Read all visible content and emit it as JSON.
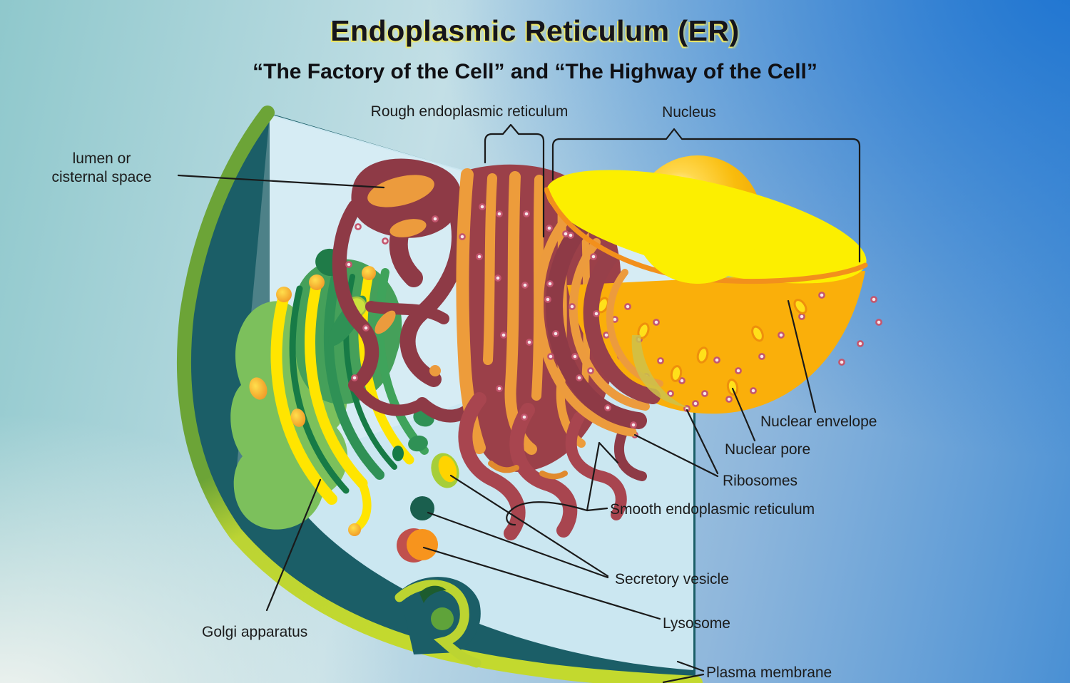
{
  "header": {
    "title": "Endoplasmic Reticulum (ER)",
    "subtitle": "“The Factory of the Cell” and “The Highway of the Cell”"
  },
  "labels": {
    "rough_er": "Rough endoplasmic reticulum",
    "nucleus": "Nucleus",
    "lumen_line1": "lumen or",
    "lumen_line2": "cisternal space",
    "nuclear_envelope": "Nuclear envelope",
    "nuclear_pore": "Nuclear pore",
    "ribosomes": "Ribosomes",
    "smooth_er": "Smooth endoplasmic reticulum",
    "secretory_vesicle": "Secretory vesicle",
    "lysosome": "Lysosome",
    "golgi": "Golgi apparatus",
    "plasma_membrane": "Plasma membrane"
  },
  "palette": {
    "background_aqua": "#8fc8cc",
    "background_blue": "#1d74d1",
    "cytoplasm": "#cbe7f1",
    "membrane_green": "#6ca437",
    "membrane_lime": "#c0d531",
    "membrane_teal": "#1b5e67",
    "er_maroon": "#8e3a46",
    "er_red": "#a8454f",
    "er_lumen_orange": "#ec9b3d",
    "nucleus_disc_yellow": "#fcef00",
    "nucleus_body_orange": "#faaf0a",
    "nucleolus_gold": "#f2a905",
    "golgi_green": "#2f9155",
    "golgi_light_green": "#7cc05c",
    "golgi_yellow": "#ffe500",
    "lysosome_orange": "#f7941d",
    "ribosome_pink": "#c4566e",
    "leader_line": "#1a1a1a"
  }
}
